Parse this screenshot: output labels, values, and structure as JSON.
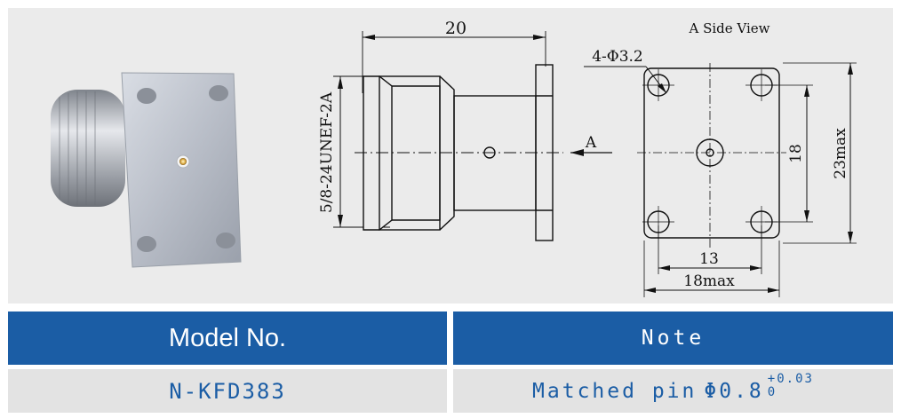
{
  "drawing": {
    "overall_length": "20",
    "thread": "5/8-24UNEF-2A",
    "view_label": "A",
    "side_view_title": "A Side View",
    "hole_callout": "4-Φ3.2",
    "hole_spacing_v": "18",
    "flange_height": "23max",
    "hole_spacing_h": "13",
    "flange_width": "18max"
  },
  "table": {
    "headers": {
      "model": "Model No.",
      "note": "Note"
    },
    "row": {
      "model": "N-KFD383",
      "note_text": "Matched pin",
      "note_symbol": "Φ",
      "note_value": "0.8",
      "tol_upper": "+0.03",
      "tol_lower": "0"
    }
  },
  "colors": {
    "header_bg": "#1b5da5",
    "header_text": "#ffffff",
    "row_bg": "#e3e3e3",
    "row_text": "#1b5da5",
    "panel_bg": "#ebebeb"
  }
}
